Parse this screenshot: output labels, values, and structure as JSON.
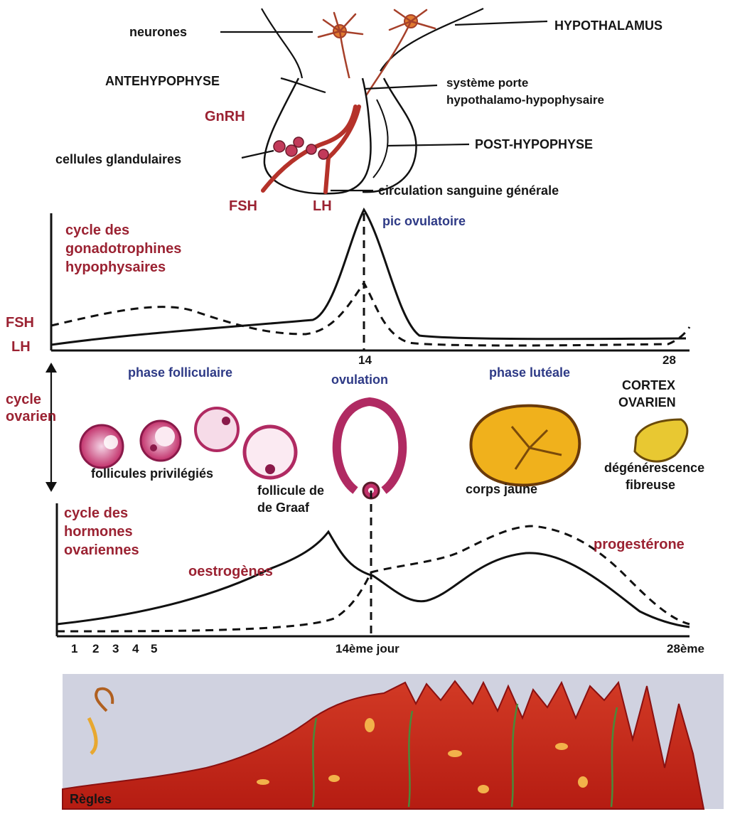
{
  "hypophysis": {
    "neurones": "neurones",
    "hypothalamus": "HYPOTHALAMUS",
    "antehypophyse": "ANTEHYPOPHYSE",
    "gnrh": "GnRH",
    "portal_line1": "système porte",
    "portal_line2": "hypothalamo-hypophysaire",
    "cells": "cellules glandulaires",
    "posthypophyse": "POST-HYPOPHYSE",
    "circulation": "circulation sanguine générale",
    "fsh": "FSH",
    "lh": "LH"
  },
  "gonadotrophins": {
    "title_line1": "cycle des",
    "title_line2": "gonadotrophines",
    "title_line3": "hypophysaires",
    "peak_label": "pic ovulatoire",
    "fsh_label": "FSH",
    "lh_label": "LH",
    "tick_14": "14",
    "tick_28": "28"
  },
  "ovarian": {
    "cycle_line1": "cycle",
    "cycle_line2": "ovarien",
    "follicular_phase": "phase folliculaire",
    "ovulation": "ovulation",
    "luteal_phase": "phase lutéale",
    "cortex_line1": "CORTEX",
    "cortex_line2": "OVARIEN",
    "follicles": "follicules privilégiés",
    "graaf_line1": "follicule de",
    "graaf_line2": "de Graaf",
    "corpus": "corps jaune",
    "degen_line1": "dégénérescence",
    "degen_line2": "fibreuse"
  },
  "hormones": {
    "title_line1": "cycle des",
    "title_line2": "hormones",
    "title_line3": "ovariennes",
    "estrogen": "oestrogènes",
    "progesterone": "progestérone",
    "day_ticks": [
      "1",
      "2",
      "3",
      "4",
      "5"
    ],
    "day14": "14ème jour",
    "day28": "28ème"
  },
  "endometrium": {
    "menses": "Règles"
  },
  "colors": {
    "label_red": "#9b2232",
    "label_blue": "#2e3a86",
    "endometrium": "#c8251b",
    "corpus_luteum": "#f0b11c",
    "follicle": "#c2306a"
  }
}
